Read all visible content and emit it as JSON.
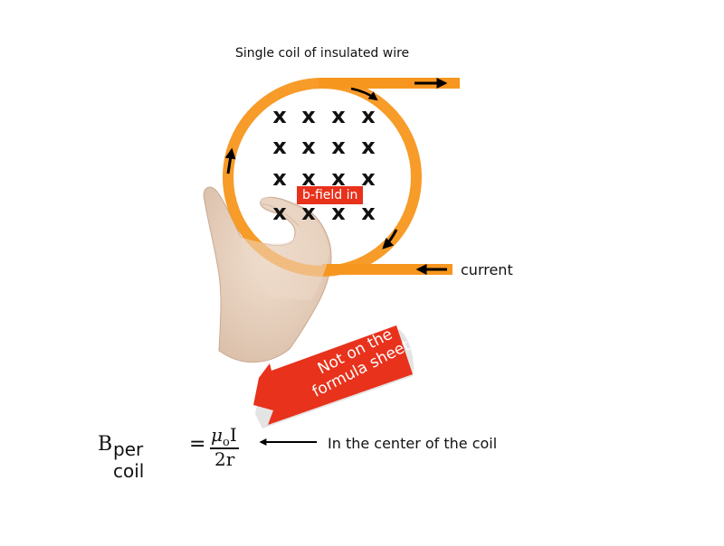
{
  "diagram": {
    "title": "Single coil of insulated wire",
    "current_label": "current",
    "bfield_label": "b-field in",
    "callout_line1": "Not on the",
    "callout_line2": "formula sheet.",
    "center_label": "In the center of the coil",
    "field_marks": "x",
    "formula": {
      "lhs_symbol": "B",
      "lhs_subscript": "per coil",
      "equals": "=",
      "numerator_mu": "μ",
      "numerator_sub": "o",
      "numerator_i": "I",
      "denominator": "2r"
    },
    "colors": {
      "coil": "#f7961e",
      "arrow": "#000000",
      "callout": "#e8321c",
      "label_bg": "#e8321c"
    }
  }
}
